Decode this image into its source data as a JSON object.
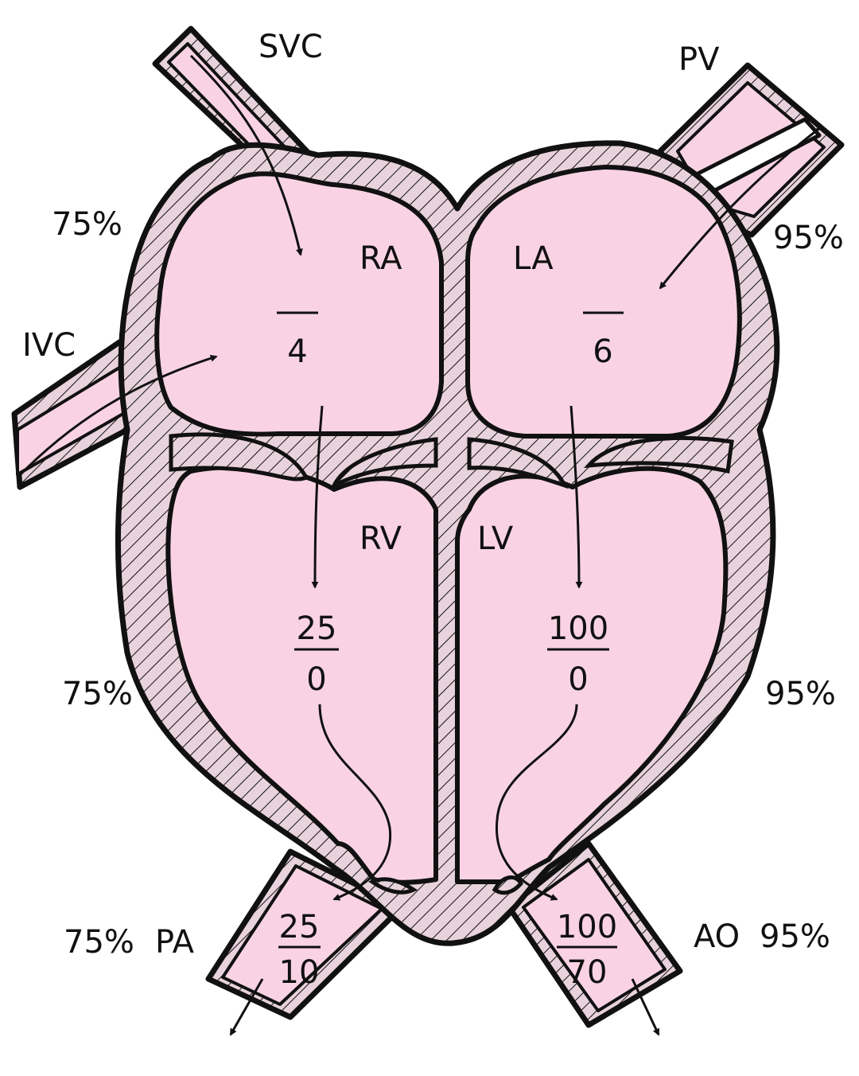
{
  "colors": {
    "blood": "#f9d3e3",
    "wall": "#e8d2dc",
    "outline": "#111111"
  },
  "labels": {
    "svc": "SVC",
    "ivc": "IVC",
    "pv": "PV",
    "ra": "RA",
    "la": "LA",
    "rv": "RV",
    "lv": "LV",
    "pa": "PA",
    "ao": "AO"
  },
  "saturations": {
    "right_atrium": "75%",
    "right_ventricle": "75%",
    "pulmonary_artery": "75%",
    "left_atrium": "95%",
    "left_ventricle": "95%",
    "aorta": "95%"
  },
  "pressures": {
    "ra": {
      "top": "",
      "bottom": "4"
    },
    "la": {
      "top": "",
      "bottom": "6"
    },
    "rv": {
      "top": "25",
      "bottom": "0"
    },
    "lv": {
      "top": "100",
      "bottom": "0"
    },
    "pa": {
      "top": "25",
      "bottom": "10"
    },
    "ao": {
      "top": "100",
      "bottom": "70"
    }
  }
}
